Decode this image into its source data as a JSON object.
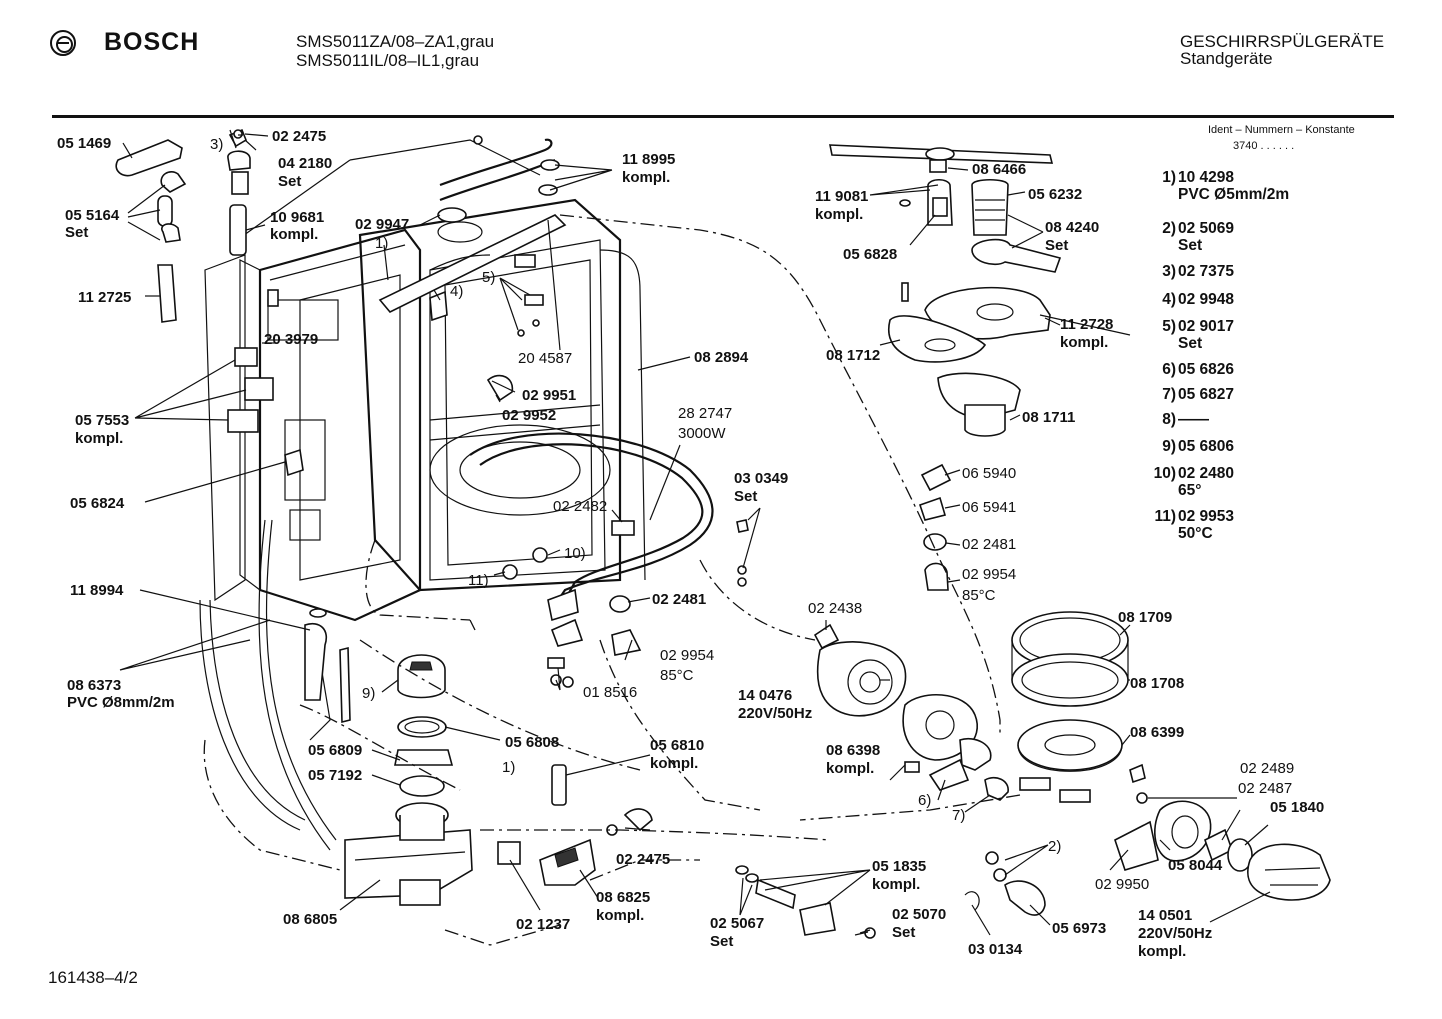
{
  "header": {
    "brand": "BOSCH",
    "model_line_1": "SMS5011ZA/08–ZA1,grau",
    "model_line_2": "SMS5011IL/08–IL1,grau",
    "category_line_1": "GESCHIRRSPÜLGERÄTE",
    "category_line_2": "Standgeräte"
  },
  "ident": {
    "label": "Ident – Nummern – Konstante",
    "value": "3740 . . . . . ."
  },
  "legend": [
    {
      "key": "1)",
      "lines": [
        "10 4298",
        "PVC Ø5mm/2m"
      ]
    },
    {
      "key": "2)",
      "lines": [
        "02 5069",
        "Set"
      ]
    },
    {
      "key": "3)",
      "lines": [
        "02 7375"
      ]
    },
    {
      "key": "4)",
      "lines": [
        "02 9948"
      ]
    },
    {
      "key": "5)",
      "lines": [
        "02 9017",
        "Set"
      ]
    },
    {
      "key": "6)",
      "lines": [
        "05 6826"
      ]
    },
    {
      "key": "7)",
      "lines": [
        "05 6827"
      ]
    },
    {
      "key": "8)",
      "lines": [
        "——"
      ]
    },
    {
      "key": "9)",
      "lines": [
        "05 6806"
      ]
    },
    {
      "key": "10)",
      "lines": [
        "02 2480",
        "65°"
      ]
    },
    {
      "key": "11)",
      "lines": [
        "02 9953",
        "50°C"
      ]
    }
  ],
  "parts": {
    "p051469": "05 1469",
    "p3": "3)",
    "p022475a": "02 2475",
    "p042180": "04 2180",
    "p042180s": "Set",
    "p055164": "05 5164",
    "p055164s": "Set",
    "p109681": "10 9681",
    "p109681s": "kompl.",
    "p112725": "11 2725",
    "p203979": "20 3979",
    "p057553": "05 7553",
    "p057553s": "kompl.",
    "p056824": "05 6824",
    "p118994": "11 8994",
    "p086373": "08 6373",
    "p086373s": "PVC Ø8mm/2m",
    "p118995": "11 8995",
    "p118995s": "kompl.",
    "p029947": "02 9947",
    "p1a": "1)",
    "p4": "4)",
    "p5": "5)",
    "p204587": "20 4587",
    "p082894": "08 2894",
    "p029951": "02 9951",
    "p029952": "02 9952",
    "p282747": "28 2747",
    "p282747s": "3000W",
    "p030349": "03 0349",
    "p030349s": "Set",
    "p022482": "02 2482",
    "p10": "10)",
    "p11": "11)",
    "p022481a": "02 2481",
    "p029954a": "02 9954",
    "p85a": "85°C",
    "p018516": "01 8516",
    "p9": "9)",
    "p056809": "05 6809",
    "p057192": "05 7192",
    "p056808": "05 6808",
    "p056810": "05 6810",
    "p056810s": "kompl.",
    "p1b": "1)",
    "p022475b": "02 2475",
    "p086805": "08 6805",
    "p021237": "02 1237",
    "p086825": "08 6825",
    "p086825s": "kompl.",
    "p025067": "02 5067",
    "p025067s": "Set",
    "p051835": "05 1835",
    "p051835s": "kompl.",
    "p025070": "02 5070",
    "p025070s": "Set",
    "p030134": "03 0134",
    "p056973": "05 6973",
    "p2": "2)",
    "p029950": "02 9950",
    "p058044": "05 8044",
    "p140501": "14 0501",
    "p140501v": "220V/50Hz",
    "p140501s": "kompl.",
    "p022489": "02 2489",
    "p022487": "02 2487",
    "p051840": "05 1840",
    "p086399": "08 6399",
    "p081708": "08 1708",
    "p081709": "08 1709",
    "p086398": "08 6398",
    "p086398s": "kompl.",
    "p6": "6)",
    "p7": "7)",
    "p022438": "02 2438",
    "p140476": "14 0476",
    "p140476v": "220V/50Hz",
    "p065940": "06 5940",
    "p065941": "06 5941",
    "p022481b": "02 2481",
    "p029954b": "02 9954",
    "p85b": "85°C",
    "p081711": "08 1711",
    "p081712": "08 1712",
    "p112728": "11 2728",
    "p112728s": "kompl.",
    "p056828": "05 6828",
    "p119081": "11 9081",
    "p119081s": "kompl.",
    "p086466": "08 6466",
    "p056232": "05 6232",
    "p084240": "08 4240",
    "p084240s": "Set"
  },
  "footer": "161438–4/2"
}
